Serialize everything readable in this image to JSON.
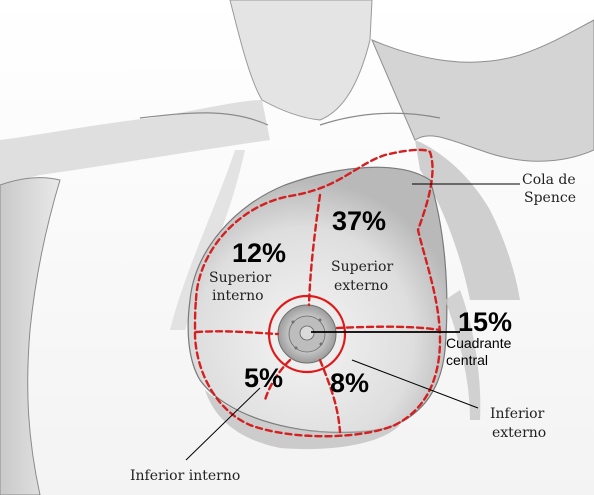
{
  "quadrants": {
    "superior_interno": {
      "percent": "12%",
      "line1": "Superior",
      "line2": "interno"
    },
    "superior_externo": {
      "percent": "37%",
      "line1": "Superior",
      "line2": "externo"
    },
    "central": {
      "percent": "15%",
      "line1": "Cuadrante",
      "line2": "central"
    },
    "inferior_interno": {
      "percent": "5%",
      "label": "Inferior interno"
    },
    "inferior_externo": {
      "percent": "8%",
      "line1": "Inferior",
      "line2": "externo"
    }
  },
  "tail": {
    "line1": "Cola de",
    "line2": "Spence"
  },
  "colors": {
    "outline": "#d42020",
    "nipple_circle": "#e01818",
    "pointer": "#000000",
    "percent_text": "#000000",
    "label_text": "#222222"
  }
}
